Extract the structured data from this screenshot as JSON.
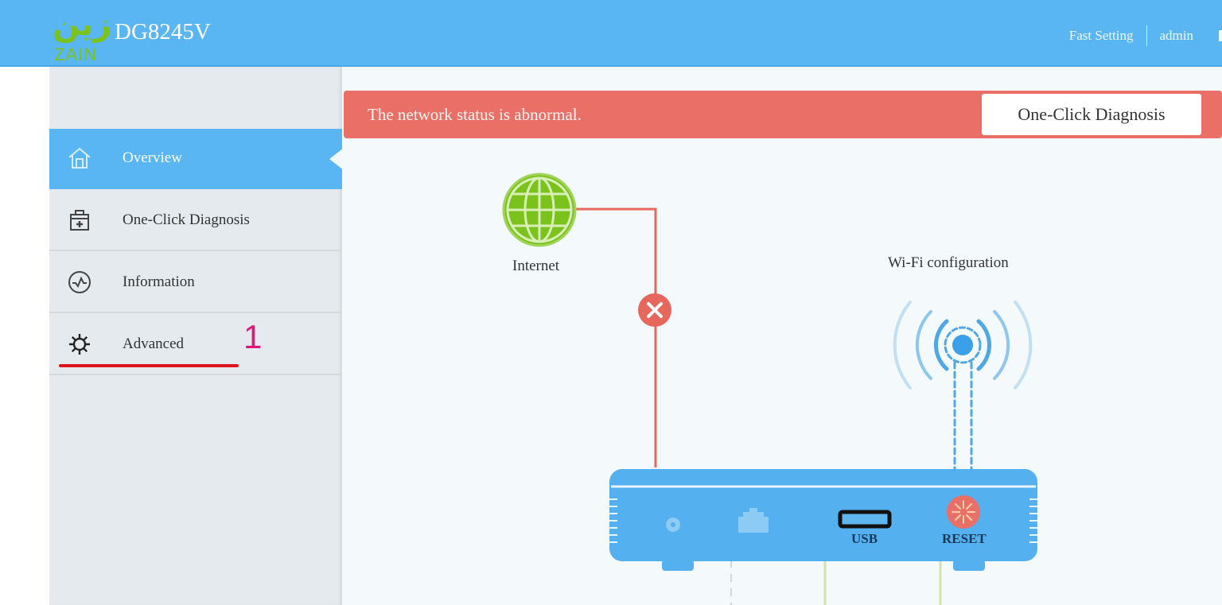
{
  "header": {
    "brand_arabic": "زين",
    "brand_latin": "ZAIN",
    "model": "DG8245V",
    "links": [
      {
        "label": "Fast Setting"
      },
      {
        "label": "admin"
      }
    ]
  },
  "sidebar": {
    "items": [
      {
        "label": "Overview",
        "icon": "home-icon",
        "active": true
      },
      {
        "label": "One-Click Diagnosis",
        "icon": "medical-kit-icon",
        "active": false
      },
      {
        "label": "Information",
        "icon": "pulse-circle-icon",
        "active": false
      },
      {
        "label": "Advanced",
        "icon": "gear-icon",
        "active": false
      }
    ]
  },
  "annotation": {
    "number": "1",
    "underline_color": "#e0141e",
    "number_color": "#e0187a"
  },
  "alert": {
    "message": "The network status is abnormal.",
    "button_label": "One-Click Diagnosis",
    "color": "#ea6f66"
  },
  "diagram": {
    "internet_label": "Internet",
    "internet_status": "disconnected",
    "wifi_label": "Wi-Fi configuration",
    "ports": [
      {
        "label": "USB"
      },
      {
        "label": "RESET"
      }
    ]
  },
  "colors": {
    "header": "#59b6f2",
    "sidebar": "#e4eaee",
    "router": "#54b0ef",
    "globe": "#7cc21c",
    "error": "#e8675c"
  }
}
